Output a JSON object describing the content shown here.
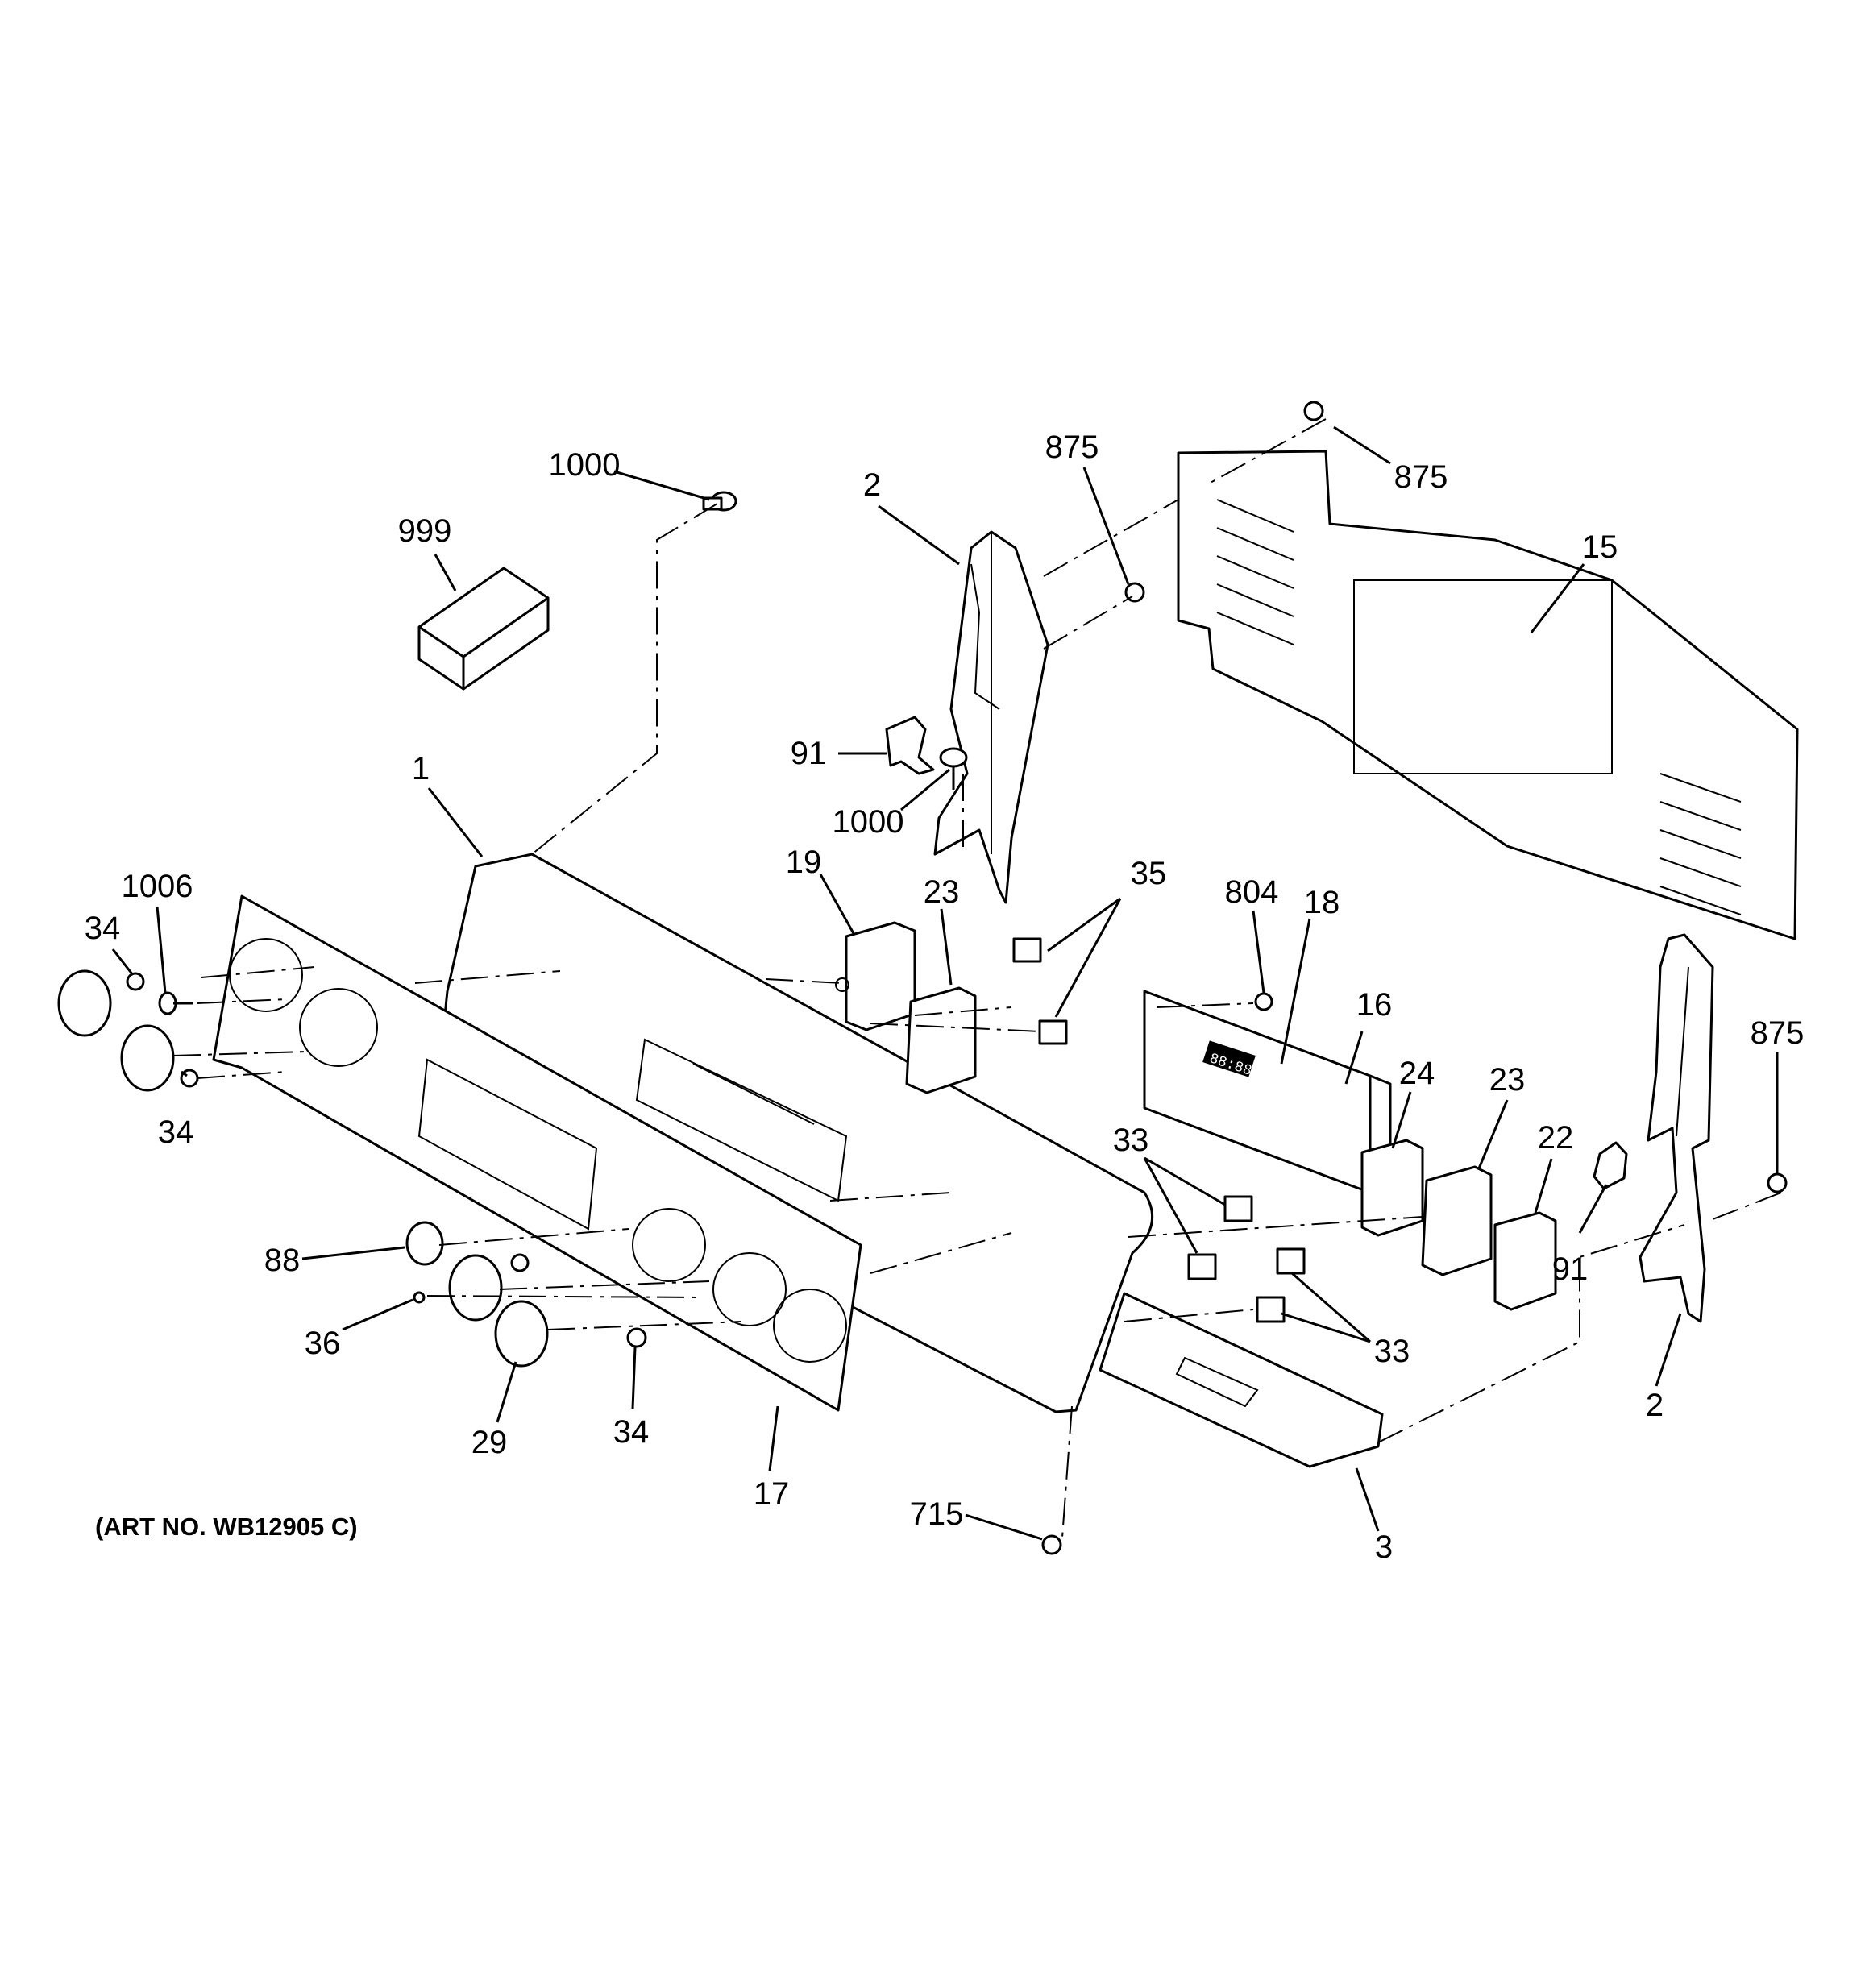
{
  "art_number": "(ART NO. WB12905 C)",
  "callouts": {
    "c999": "999",
    "c1000_top": "1000",
    "c2_upper": "2",
    "c875_upper": "875",
    "c875_top": "875",
    "c15": "15",
    "c91_upper": "91",
    "c1000_mid": "1000",
    "c1": "1",
    "c19": "19",
    "c23_left": "23",
    "c35": "35",
    "c804": "804",
    "c18": "18",
    "c16": "16",
    "c1006": "1006",
    "c34_upper": "34",
    "c34_left": "34",
    "c875_right": "875",
    "c24": "24",
    "c23_right": "23",
    "c22": "22",
    "c33_upper": "33",
    "c33_lower": "33",
    "c91_lower": "91",
    "c2_lower": "2",
    "c88": "88",
    "c36": "36",
    "c29": "29",
    "c34_lower": "34",
    "c17": "17",
    "c715": "715",
    "c3": "3"
  },
  "control_display": {
    "digits": "88:88"
  }
}
